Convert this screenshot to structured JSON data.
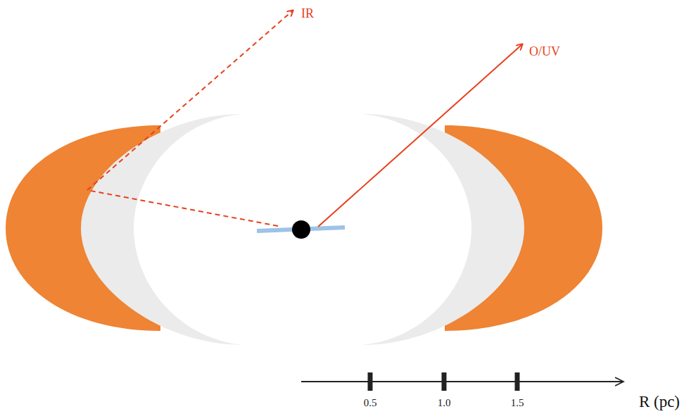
{
  "diagram": {
    "labels": [
      "IR",
      "O/UV",
      "0.5",
      "1.0",
      "1.5",
      "R (pc)"
    ]
  }
}
